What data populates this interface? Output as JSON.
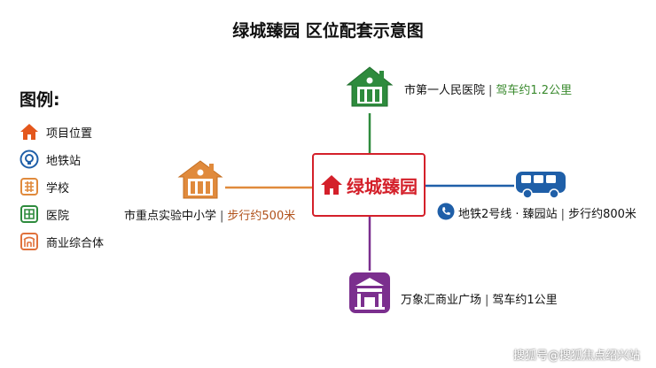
{
  "title": "绿城臻园 区位配套示意图",
  "legend": {
    "title": "图例:",
    "items": [
      {
        "label": "项目位置",
        "icon": "house-icon",
        "color": "#e4571c"
      },
      {
        "label": "地铁站",
        "icon": "metro-icon",
        "color": "#1f5fa8"
      },
      {
        "label": "学校",
        "icon": "school-icon",
        "color": "#e08a3c"
      },
      {
        "label": "医院",
        "icon": "hospital-icon",
        "color": "#2e8b3d"
      },
      {
        "label": "商业综合体",
        "icon": "mall-icon",
        "color": "#e0713c"
      }
    ]
  },
  "center": {
    "label": "绿城臻园",
    "color": "#d4202a"
  },
  "pois": {
    "hospital": {
      "name": "市第一人民医院",
      "dist": "驾车约1.2公里",
      "color": "#2e8b3d",
      "dist_color": "#3a8a2e"
    },
    "school": {
      "name": "市重点实验中小学",
      "dist": "步行约500米",
      "color": "#e08a3c",
      "dist_color": "#b0511a"
    },
    "metro": {
      "name": "地铁2号线 · 臻园站",
      "dist": "步行约800米",
      "color": "#1f5fa8",
      "dist_color": "#111111"
    },
    "mall": {
      "name": "万象汇商业广场",
      "dist": "驾车约1公里",
      "color": "#7b2f8e",
      "dist_color": "#111111"
    }
  },
  "watermark": "搜狐号@搜狐焦点绍兴站"
}
